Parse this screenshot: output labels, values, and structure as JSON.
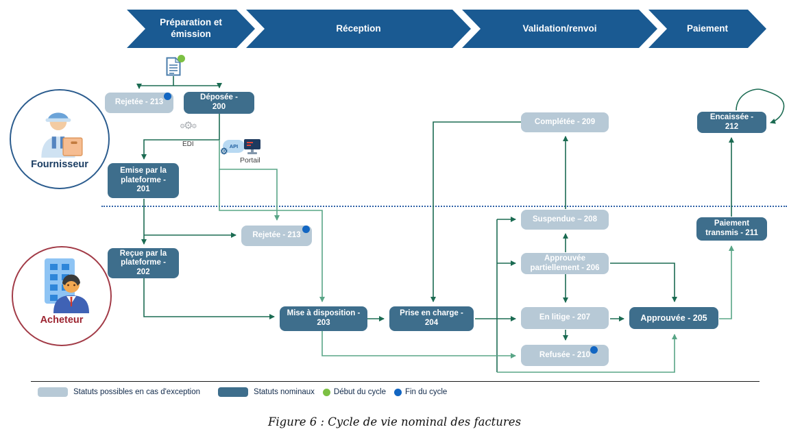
{
  "phases": [
    {
      "label": "Préparation et émission"
    },
    {
      "label": "Réception"
    },
    {
      "label": "Validation/renvoi"
    },
    {
      "label": "Paiement"
    }
  ],
  "actors": {
    "supplier": "Fournisseur",
    "buyer": "Acheteur"
  },
  "channels": {
    "edi": "EDI",
    "api": "API",
    "portal": "Portail"
  },
  "statuses": {
    "rejetee_emission": {
      "label": "Rejetée - 213",
      "type": "exception",
      "marker": "fin de cycle"
    },
    "deposee": {
      "label": "Déposée - 200",
      "type": "nominal"
    },
    "emise": {
      "label": "Emise par la plateforme - 201",
      "type": "nominal"
    },
    "recue": {
      "label": "Reçue par la plateforme - 202",
      "type": "nominal"
    },
    "rejetee_reception": {
      "label": "Rejetée - 213",
      "type": "exception",
      "marker": "fin de cycle"
    },
    "mise_a_disposition": {
      "label": "Mise à disposition - 203",
      "type": "nominal"
    },
    "prise_en_charge": {
      "label": "Prise en charge - 204",
      "type": "nominal"
    },
    "completee": {
      "label": "Complétée - 209",
      "type": "exception"
    },
    "suspendue": {
      "label": "Suspendue – 208",
      "type": "exception"
    },
    "approuvee_partiellement": {
      "label": "Approuvée partiellement - 206",
      "type": "exception"
    },
    "en_litige": {
      "label": "En litige - 207",
      "type": "exception"
    },
    "refusee": {
      "label": "Refusée - 210",
      "type": "exception",
      "marker": "fin de cycle"
    },
    "approuvee": {
      "label": "Approuvée - 205",
      "type": "nominal"
    },
    "paiement_transmis": {
      "label": "Paiement transmis - 211",
      "type": "nominal"
    },
    "encaissee": {
      "label": "Encaissée - 212",
      "type": "nominal"
    }
  },
  "legend": {
    "exception": "Statuts possibles en cas d'exception",
    "nominal": "Statuts nominaux",
    "start": "Début du cycle",
    "end": "Fin du cycle"
  },
  "caption": "Figure 6 : Cycle de vie nominal des factures",
  "colors": {
    "phase_banner": "#1a5a92",
    "nominal_box": "#3e6e8c",
    "exception_box": "#b7c9d6",
    "arrow_dark": "#1b6b52",
    "arrow_light": "#58a586",
    "start_dot": "#7cc043",
    "end_dot": "#1266c2",
    "supplier_border": "#2b5c8e",
    "buyer_border": "#a23b47"
  }
}
